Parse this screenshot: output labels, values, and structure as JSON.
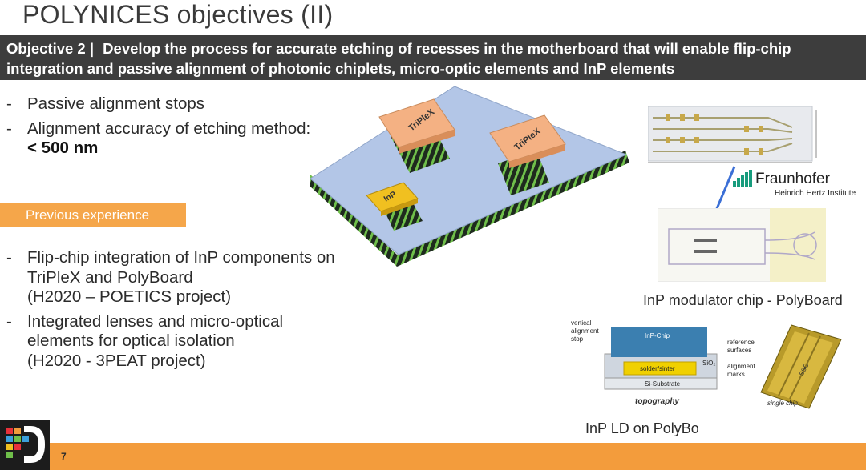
{
  "slide": {
    "title": "POLYNICES objectives (II)",
    "objective_label": "Objective 2 |",
    "objective_text": "Develop the process for accurate etching of recesses in the motherboard that will enable flip-chip integration and passive alignment of photonic chiplets, micro-optic elements and InP elements",
    "page_number": "7"
  },
  "bullets_top": [
    {
      "dash": "-",
      "text": "Passive alignment stops"
    },
    {
      "dash": "-",
      "text": "Alignment accuracy of etching method:",
      "strong": "< 500 nm"
    }
  ],
  "previous_experience_label": "Previous experience",
  "bullets_bottom": [
    {
      "dash": "-",
      "text": "Flip-chip integration of InP components on TriPleX and PolyBoard",
      "note": "(H2020 – POETICS project)"
    },
    {
      "dash": "-",
      "text": "Integrated lenses and micro-optical elements for optical isolation",
      "note": "(H2020 - 3PEAT project)"
    }
  ],
  "illustration": {
    "chip_a": "TriPleX",
    "chip_b": "TriPleX",
    "chip_c": "InP"
  },
  "fraunhofer": {
    "name": "Fraunhofer",
    "subtitle": "Heinrich Hertz Institute"
  },
  "captions": {
    "modulator": "InP modulator chip - PolyBoard",
    "ld": "InP LD on PolyBo"
  },
  "topo": {
    "vertical_stop": "vertical\nalignment\nstop",
    "inp_chip": "InP-Chip",
    "solder": "solder/sinter",
    "sio2": "SiO₂",
    "substrate": "Si-Substrate",
    "reference": "reference\nsurfaces",
    "alignment_marks": "alignment\nmarks",
    "topography": "topography",
    "single_chip": "single chip",
    "ssc": "SSC"
  },
  "colors": {
    "header_bar": "#3d3d3d",
    "accent_orange": "#f39c3c",
    "board_blue": "#b3c6e7",
    "chip_salmon": "#f4b183",
    "inp_yellow": "#f0c020"
  }
}
